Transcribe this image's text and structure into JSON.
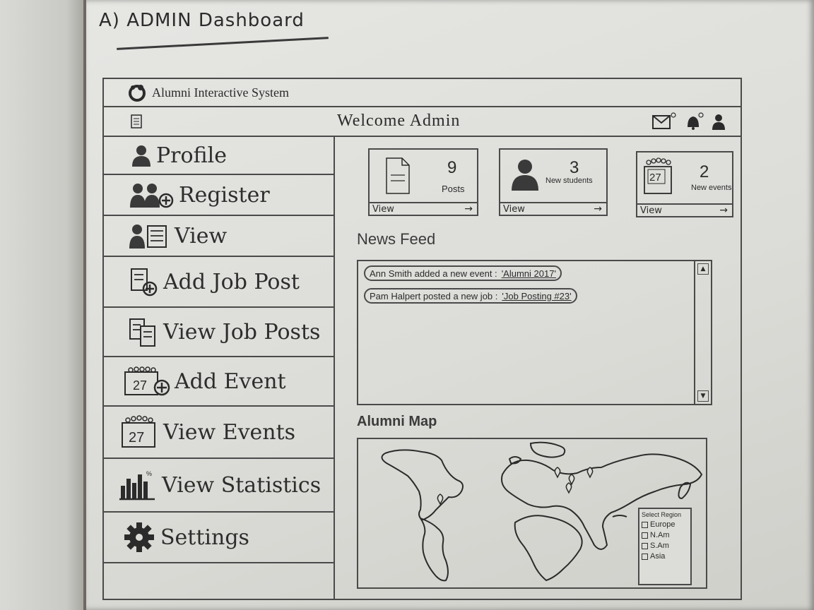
{
  "sketch_title": "A) ADMIN Dashboard",
  "app": {
    "title": "Alumni Interactive System",
    "welcome": "Welcome Admin"
  },
  "sidebar": {
    "items": [
      {
        "label": "Profile",
        "icon": "user-icon"
      },
      {
        "label": "Register",
        "icon": "add-users-icon"
      },
      {
        "label": "View",
        "icon": "user-list-icon"
      },
      {
        "label": "Add Job Post",
        "icon": "add-document-icon"
      },
      {
        "label": "View Job Posts",
        "icon": "documents-icon"
      },
      {
        "label": "Add Event",
        "icon": "add-calendar-icon"
      },
      {
        "label": "View Events",
        "icon": "calendar-icon"
      },
      {
        "label": "View Statistics",
        "icon": "bar-chart-icon"
      },
      {
        "label": "Settings",
        "icon": "gear-icon"
      }
    ]
  },
  "cards": [
    {
      "value": "9",
      "label": "Posts",
      "link": "View",
      "icon": "document-icon"
    },
    {
      "value": "3",
      "label": "New students",
      "link": "View",
      "icon": "user-icon"
    },
    {
      "value": "2",
      "label": "New events",
      "link": "View",
      "icon": "calendar-icon",
      "calendar_day": "27"
    }
  ],
  "news_feed": {
    "title": "News Feed",
    "items": [
      {
        "text": "Ann Smith added a new event :",
        "highlight": "'Alumni 2017'"
      },
      {
        "text": "Pam Halpert posted a new job :",
        "highlight": "'Job Posting #23'"
      }
    ]
  },
  "alumni_map": {
    "title": "Alumni Map",
    "region_select": {
      "title": "Select Region",
      "options": [
        "Europe",
        "N.Am",
        "S.Am",
        "Asia"
      ]
    }
  }
}
